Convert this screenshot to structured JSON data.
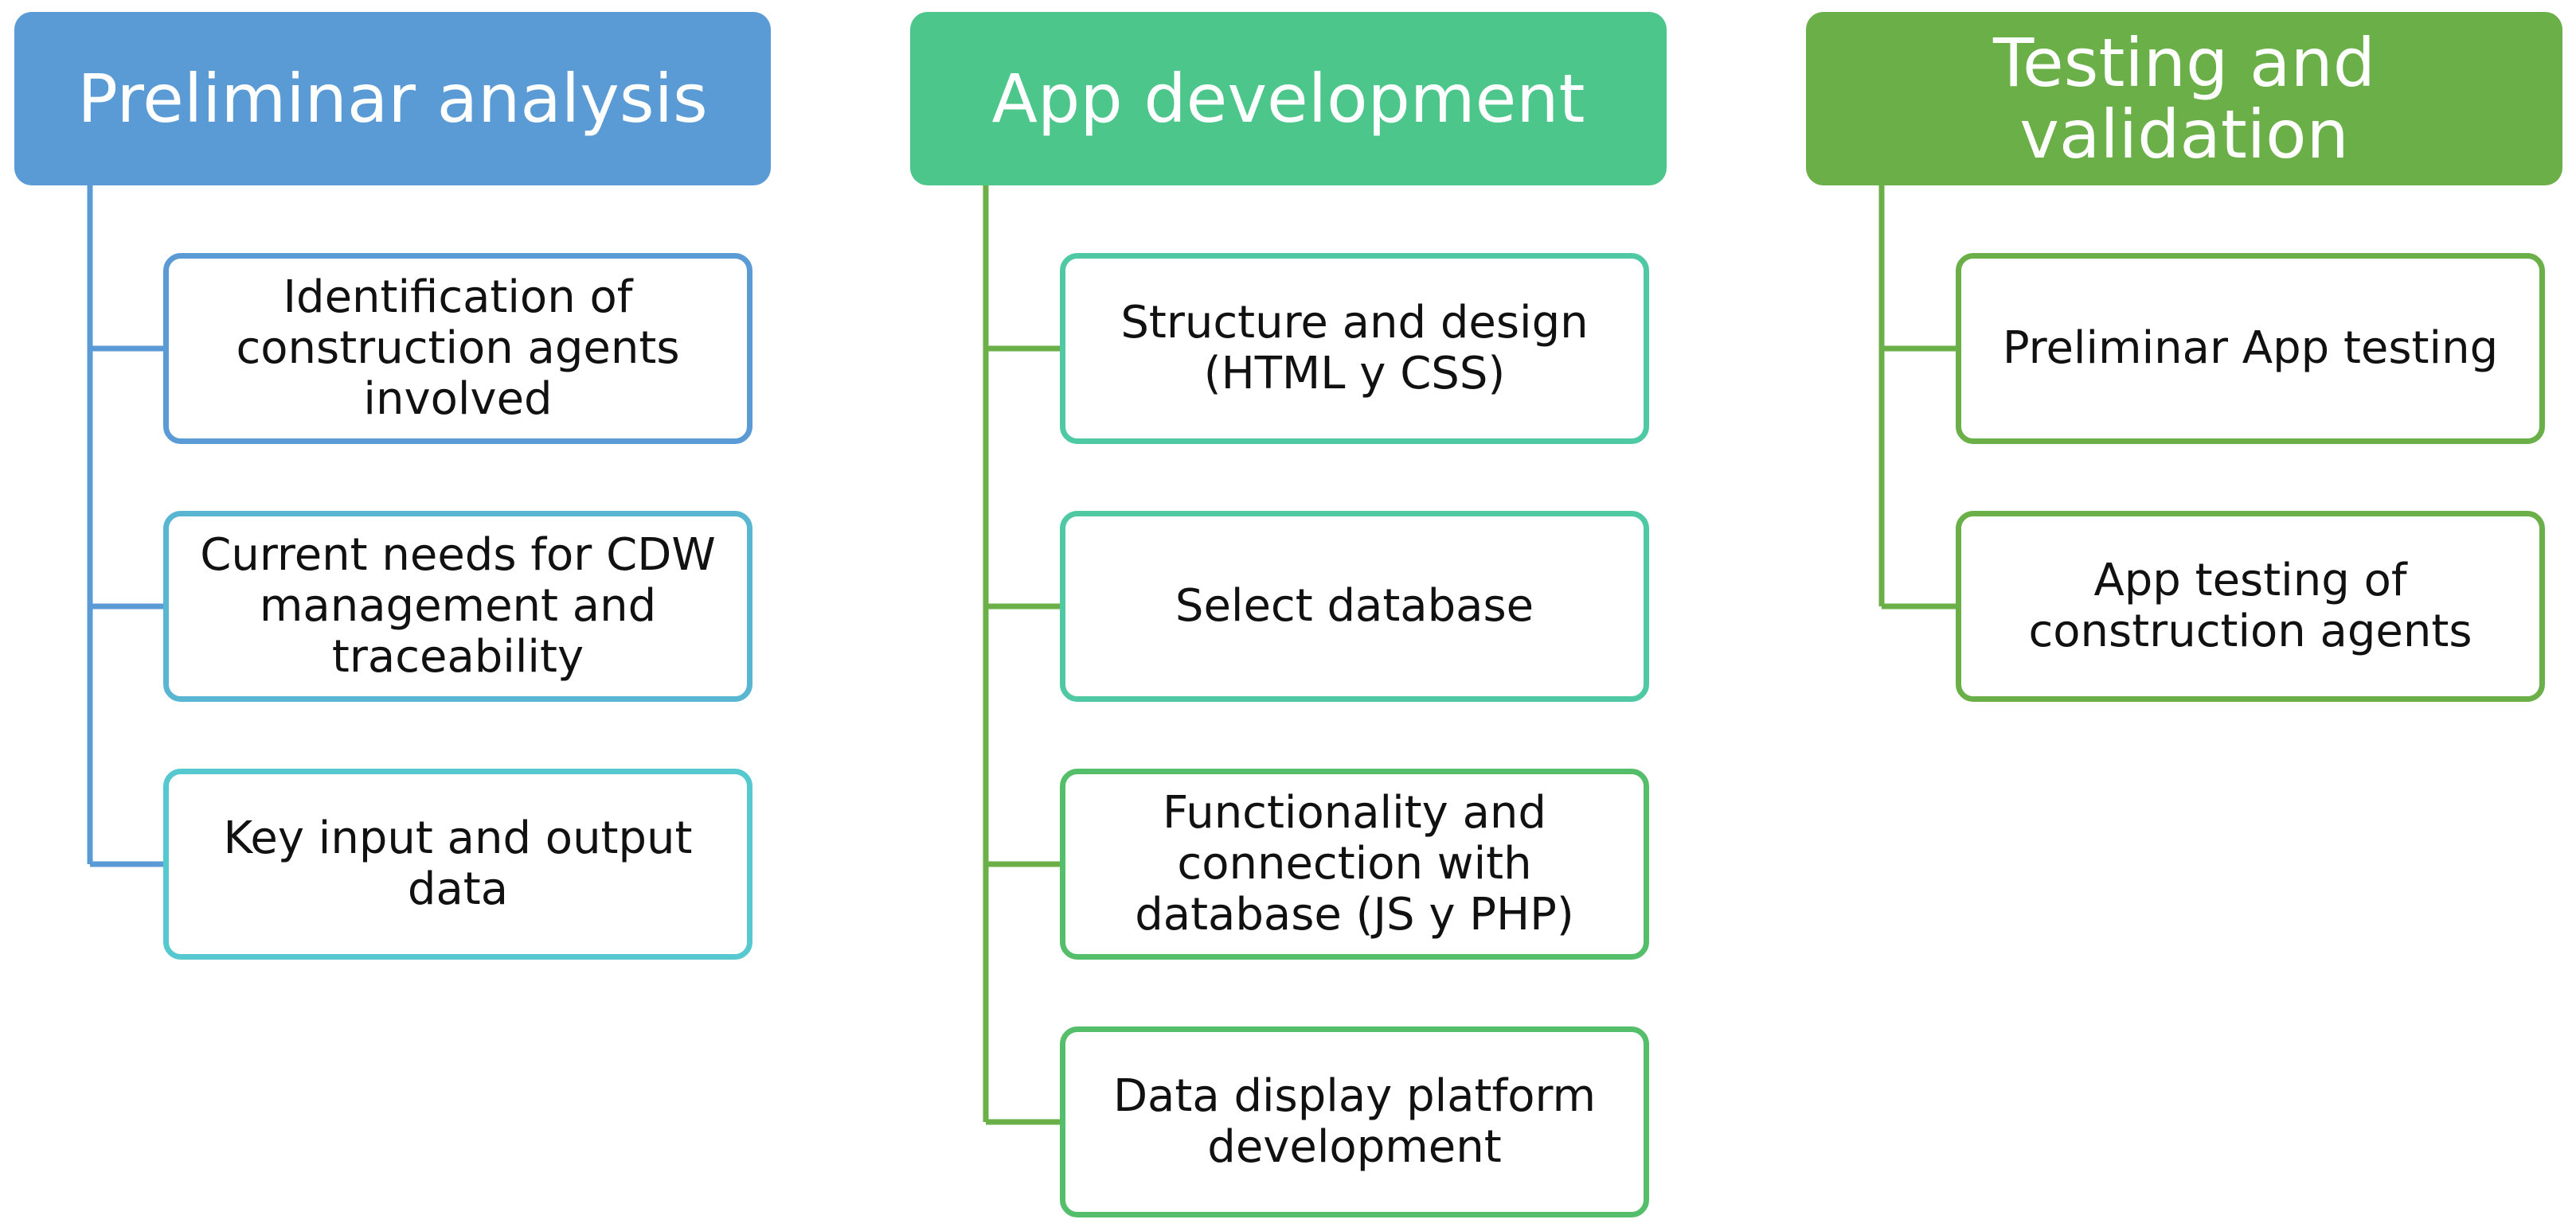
{
  "colors": {
    "header_1": "#5B9BD5",
    "header_2": "#4DC68B",
    "header_3": "#6AAF47",
    "connector_1": "#5B9BD5",
    "connector_2": "#6AAF47",
    "connector_3": "#6AAF47",
    "box_border_blue": "#5B9BD5",
    "box_border_lightblue": "#58B6D3",
    "box_border_cyan": "#56C8CF",
    "box_border_teal": "#4EC9A3",
    "box_border_green": "#55BE6B",
    "box_border_olive": "#6AAF47"
  },
  "columns": [
    {
      "header": [
        "Preliminar analysis"
      ],
      "items": [
        {
          "lines": [
            "Identification of",
            "construction agents",
            "involved"
          ]
        },
        {
          "lines": [
            "Current needs for CDW",
            "management and",
            "traceability"
          ]
        },
        {
          "lines": [
            "Key input and output",
            "data"
          ]
        }
      ]
    },
    {
      "header": [
        "App development"
      ],
      "items": [
        {
          "lines": [
            "Structure and design",
            "(HTML y CSS)"
          ]
        },
        {
          "lines": [
            "Select database"
          ]
        },
        {
          "lines": [
            "Functionality and",
            "connection with",
            "database (JS y PHP)"
          ]
        },
        {
          "lines": [
            "Data display platform",
            "development"
          ]
        }
      ]
    },
    {
      "header": [
        "Testing and",
        "validation"
      ],
      "items": [
        {
          "lines": [
            "Preliminar App testing"
          ]
        },
        {
          "lines": [
            "App testing of",
            "construction agents"
          ]
        }
      ]
    }
  ]
}
